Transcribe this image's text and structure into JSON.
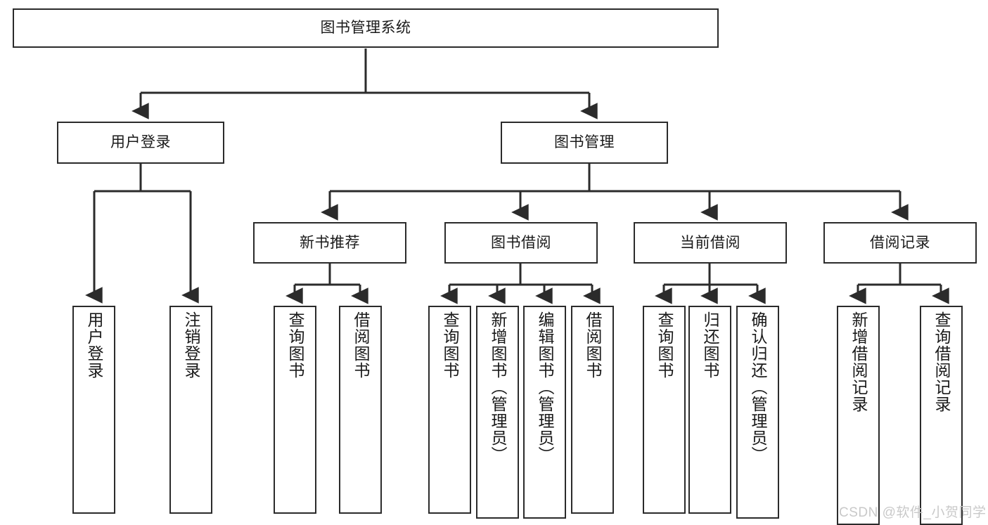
{
  "diagram": {
    "type": "tree-hierarchy-chart",
    "title": "图书管理系统",
    "watermark": "CSDN @软件_小贺同学",
    "colors": {
      "stroke": "#2b2b2b",
      "fill": "#ffffff",
      "text": "#1a1a1a",
      "watermark": "#c9c9c9"
    },
    "nodes": {
      "root": {
        "label": "图书管理系统"
      },
      "level1": [
        {
          "label": "用户登录"
        },
        {
          "label": "图书管理"
        }
      ],
      "level2": [
        {
          "label": "新书推荐"
        },
        {
          "label": "图书借阅"
        },
        {
          "label": "当前借阅"
        },
        {
          "label": "借阅记录"
        }
      ],
      "leaves": {
        "user_login": [
          {
            "label": "用户登录"
          },
          {
            "label": "注销登录"
          }
        ],
        "new_book": [
          {
            "label": "查询图书"
          },
          {
            "label": "借阅图书"
          }
        ],
        "book_borrow": [
          {
            "label": "查询图书"
          },
          {
            "label": "新增图书（管理员）"
          },
          {
            "label": "编辑图书（管理员）"
          },
          {
            "label": "借阅图书"
          }
        ],
        "current_borrow": [
          {
            "label": "查询图书"
          },
          {
            "label": "归还图书"
          },
          {
            "label": "确认归还（管理员）"
          }
        ],
        "borrow_record": [
          {
            "label": "新增借阅记录"
          },
          {
            "label": "查询借阅记录"
          }
        ]
      }
    }
  }
}
